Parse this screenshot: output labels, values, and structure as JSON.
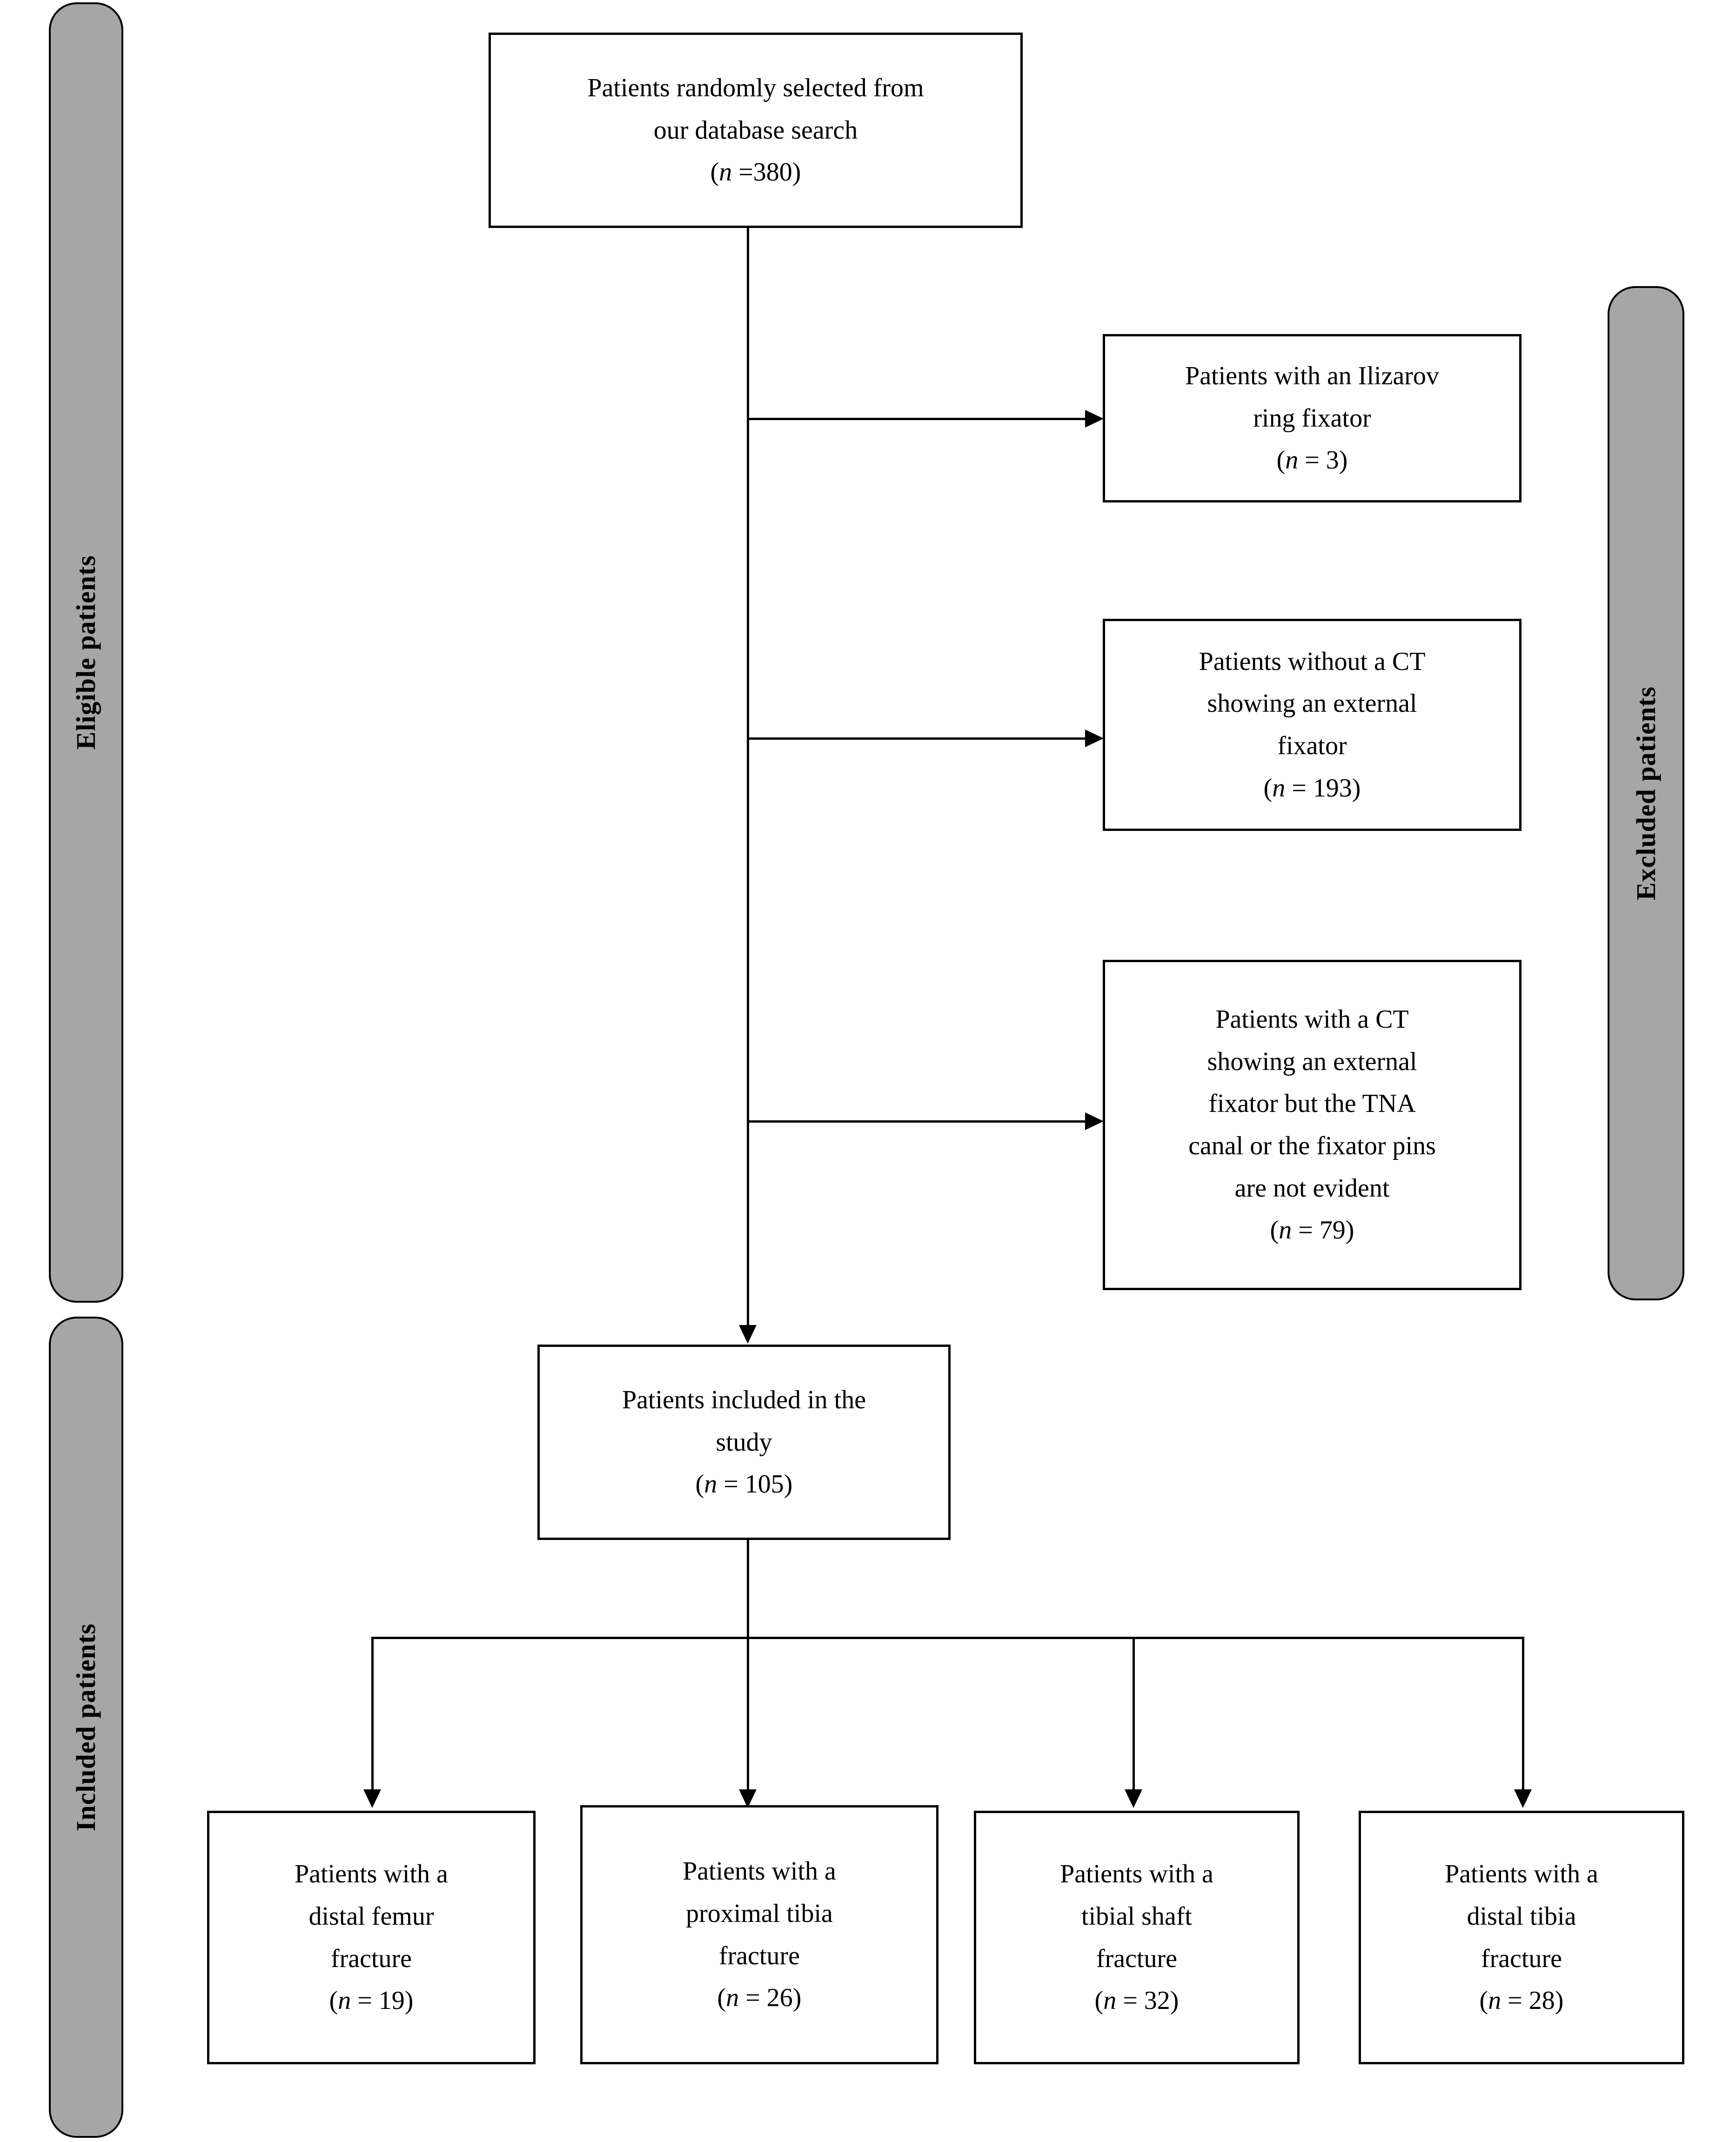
{
  "figure": {
    "type": "flowchart",
    "orientation": "top-to-bottom",
    "description": "Patient selection flow diagram with eligible, excluded and included phases"
  },
  "phases": {
    "eligible": "Eligible patients",
    "included": "Included patients",
    "excluded": "Excluded patients"
  },
  "nodes": {
    "source": {
      "line1": "Patients randomly selected from",
      "line2": "our database search",
      "count_prefix": "(",
      "count_n": "n",
      "count_value": " =380)",
      "n_label": "(n =380)",
      "n": 380
    },
    "excluded_1": {
      "line1": "Patients with an Ilizarov",
      "line2": "ring fixator",
      "count_n": "n",
      "count_value": " = 3)",
      "n_label": "(n = 3)",
      "n": 3
    },
    "excluded_2": {
      "line1": "Patients without a CT",
      "line2": "showing an external",
      "line3": "fixator",
      "count_n": "n",
      "count_value": " = 193)",
      "n_label": "(n = 193)",
      "n": 193
    },
    "excluded_3": {
      "line1": "Patients with a CT",
      "line2": "showing an external",
      "line3": "fixator but the TNA",
      "line4": "canal or the fixator pins",
      "line5": "are not evident",
      "count_n": "n",
      "count_value": " = 79)",
      "n_label": "(n = 79)",
      "n": 79
    },
    "included": {
      "line1": "Patients included in the",
      "line2": "study",
      "count_n": "n",
      "count_value": " = 105)",
      "n_label": "(n = 105)",
      "n": 105
    },
    "group_1": {
      "line1": "Patients with a",
      "line2": "distal femur",
      "line3": "fracture",
      "count_n": "n",
      "count_value": " = 19)",
      "n_label": "(n = 19)",
      "n": 19
    },
    "group_2": {
      "line1": "Patients with a",
      "line2": "proximal tibia",
      "line3": "fracture",
      "count_n": "n",
      "count_value": " = 26)",
      "n_label": "(n = 26)",
      "n": 26
    },
    "group_3": {
      "line1": "Patients with a",
      "line2": "tibial shaft",
      "line3": "fracture",
      "count_n": "n",
      "count_value": " = 32)",
      "n_label": "(n = 32)",
      "n": 32
    },
    "group_4": {
      "line1": "Patients with a",
      "line2": "distal tibia",
      "line3": "fracture",
      "count_n": "n",
      "count_value": " = 28)",
      "n_label": "(n = 28)",
      "n": 28
    }
  },
  "colors": {
    "phase_bar_fill": "#a6a6a6",
    "stroke": "#000000",
    "node_fill": "#ffffff",
    "page_background": "#ffffff"
  }
}
